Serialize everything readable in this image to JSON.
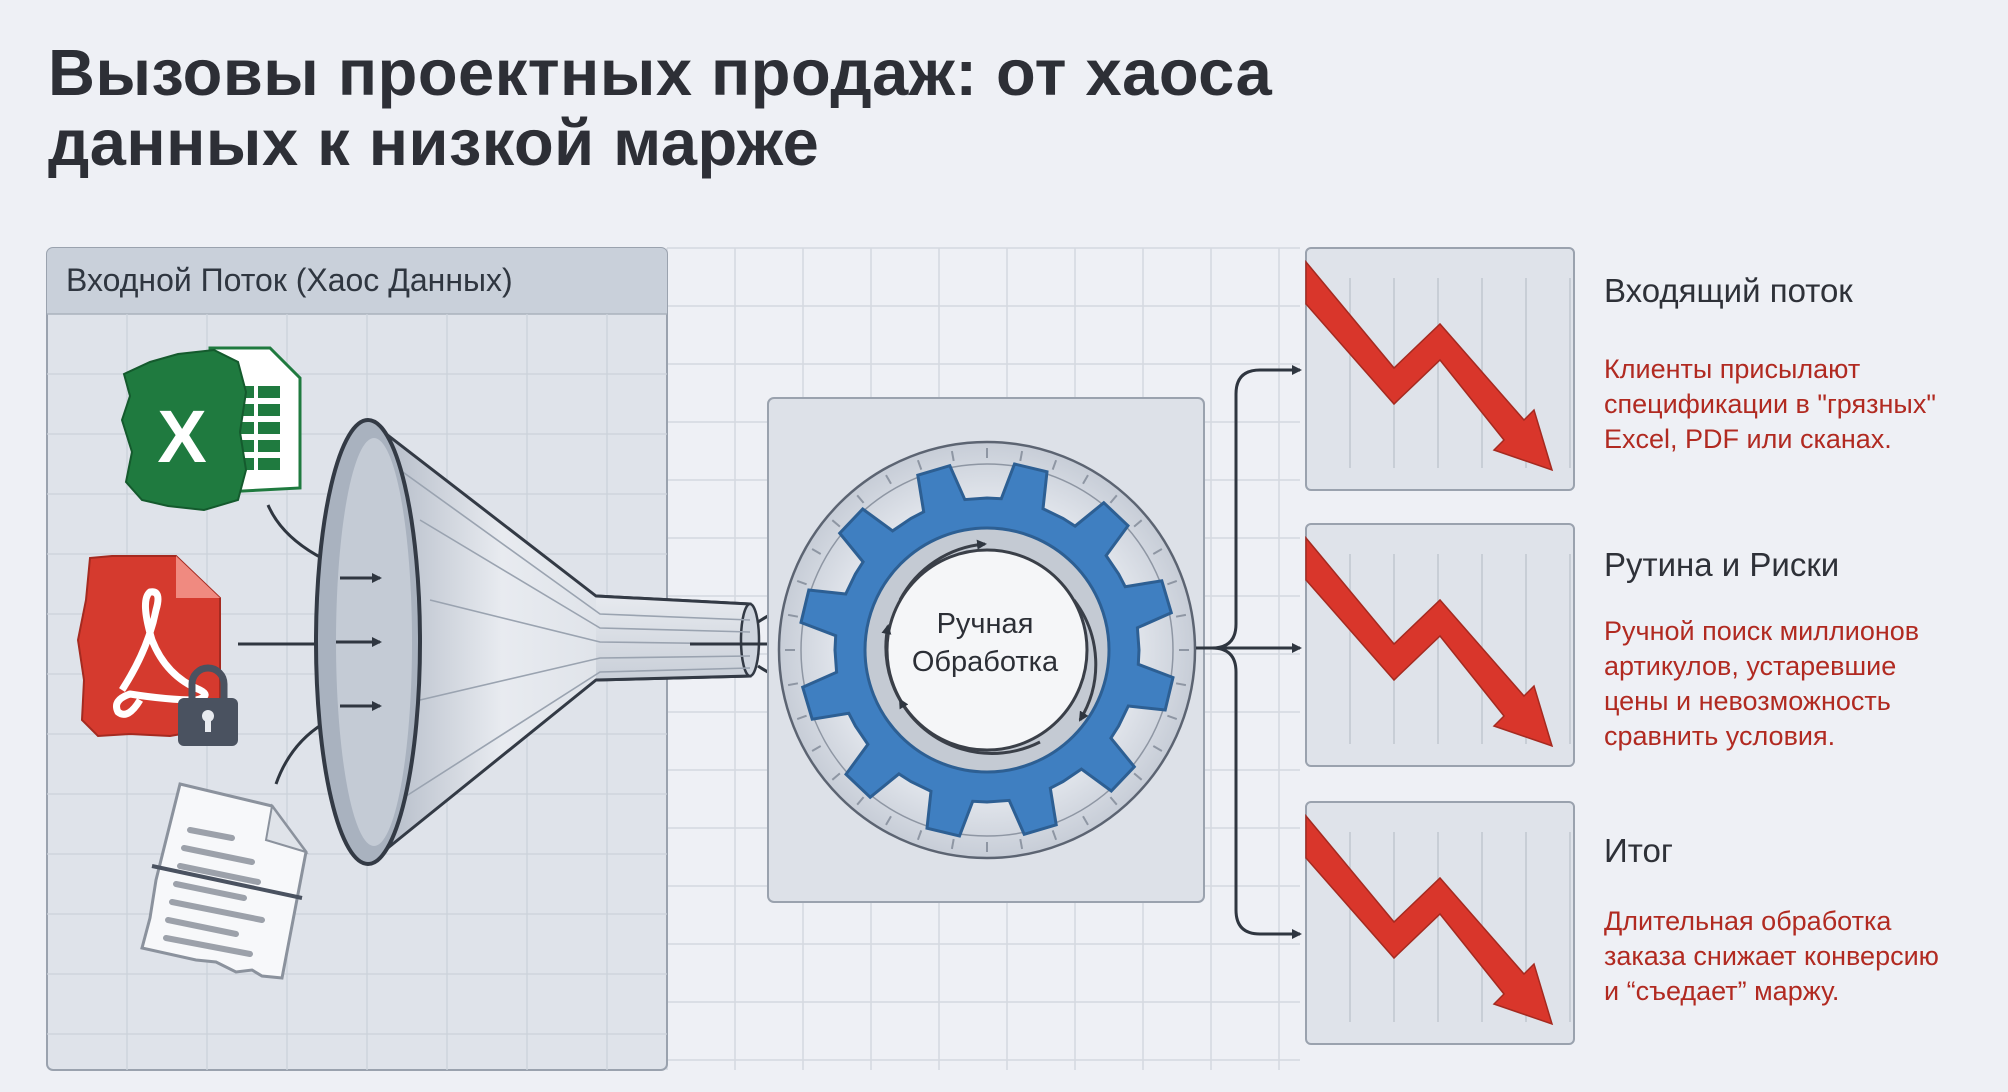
{
  "title": {
    "line1": "Вызовы проектных продаж: от хаоса",
    "line2": "данных к низкой марже"
  },
  "input_panel": {
    "title": "Входной Поток (Хаос Данных)",
    "file_icons": [
      "excel-file-icon",
      "pdf-file-icon",
      "lock-icon",
      "scanned-document-icon"
    ]
  },
  "processing": {
    "label_line1": "Ручная",
    "label_line2": "Обработка"
  },
  "outcomes": [
    {
      "heading": "Входящий поток",
      "lines": [
        "Клиенты присылают",
        "спецификации в \"грязных\"",
        "Excel, PDF или сканах."
      ]
    },
    {
      "heading": "Рутина и Риски",
      "lines": [
        "Ручной поиск миллионов",
        "артикулов, устаревшие",
        "цены и невозможность",
        "сравнить условия."
      ]
    },
    {
      "heading": "Итог",
      "lines": [
        "Длительная обработка",
        "заказа снижает конверсию",
        "и “съедает” маржу."
      ]
    }
  ],
  "colors": {
    "background": "#eef0f5",
    "accent_red": "#d9362b",
    "text_red": "#b12a21",
    "gear_blue": "#3f7fc1",
    "excel_green": "#1f7a3f",
    "pdf_red": "#d53a2e"
  }
}
